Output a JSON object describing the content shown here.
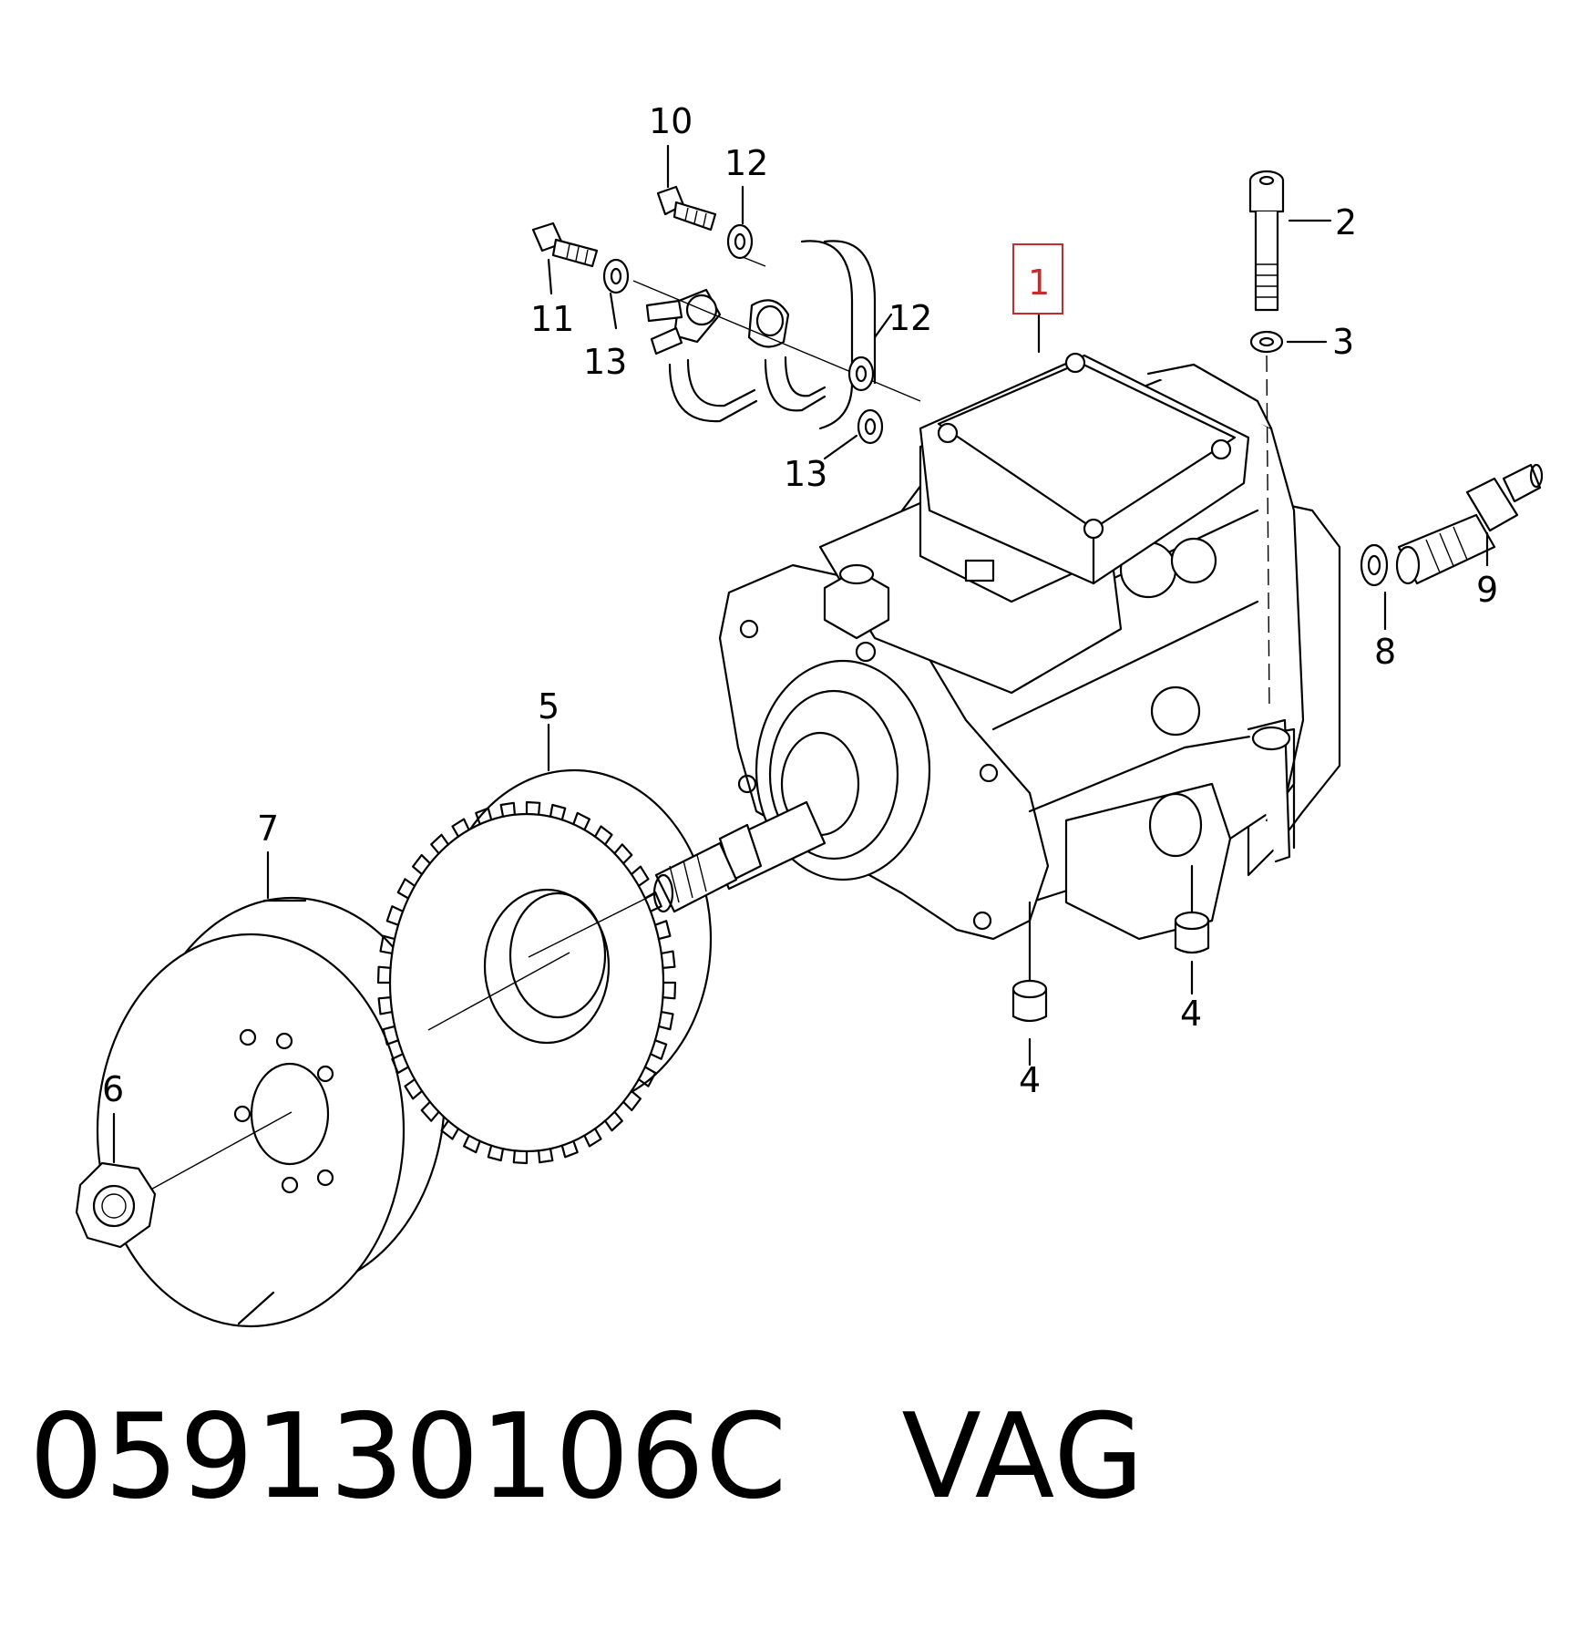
{
  "callouts": {
    "c1": "1",
    "c2": "2",
    "c3": "3",
    "c4a": "4",
    "c4b": "4",
    "c5": "5",
    "c6": "6",
    "c7": "7",
    "c8": "8",
    "c9": "9",
    "c10": "10",
    "c11": "11",
    "c12a": "12",
    "c12b": "12",
    "c13a": "13",
    "c13b": "13"
  },
  "highlight": {
    "callout": "1",
    "color": "#cc2a2a"
  },
  "footer": {
    "part_number": "059130106C",
    "brand": "VAG"
  }
}
